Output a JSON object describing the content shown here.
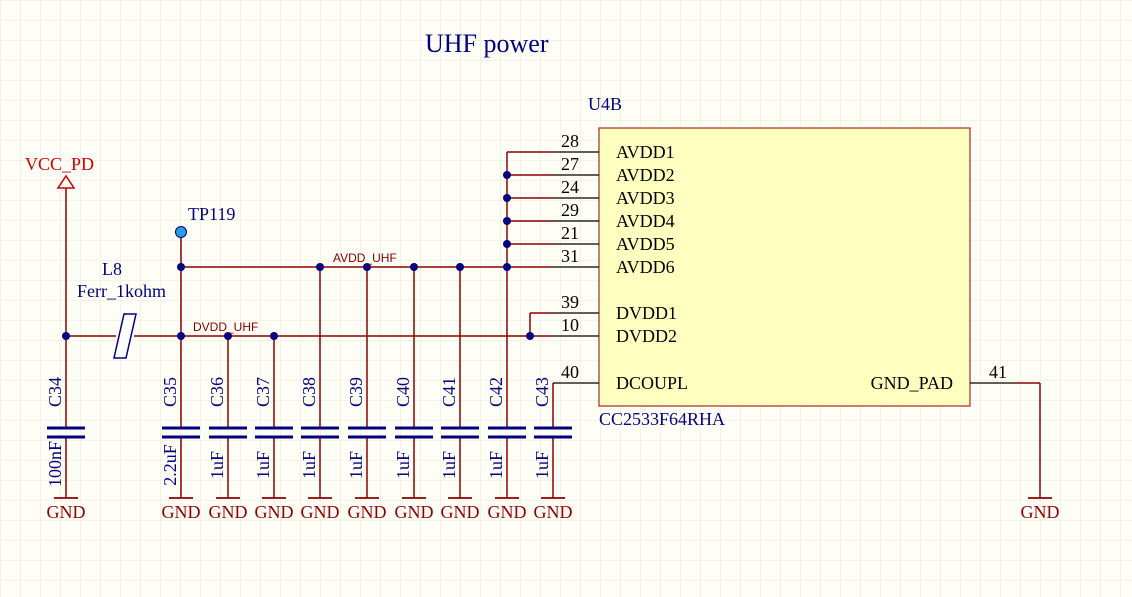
{
  "title": "UHF power",
  "colors": {
    "background": "#fffef6",
    "grid": "#ebe7d4",
    "wire": "#8b0000",
    "pin": "#000000",
    "junction": "#000080",
    "label": "#000080",
    "net_label": "#800000",
    "power": "#cc0000",
    "chip_fill": "#ffffc0",
    "chip_border": "#a52a2a",
    "testpoint": "#2a9de0"
  },
  "chip": {
    "designator": "U4B",
    "part": "CC2533F64RHA",
    "left_pins": [
      {
        "num": "28",
        "name": "AVDD1"
      },
      {
        "num": "27",
        "name": "AVDD2"
      },
      {
        "num": "24",
        "name": "AVDD3"
      },
      {
        "num": "29",
        "name": "AVDD4"
      },
      {
        "num": "21",
        "name": "AVDD5"
      },
      {
        "num": "31",
        "name": "AVDD6"
      },
      {
        "num": "39",
        "name": "DVDD1"
      },
      {
        "num": "10",
        "name": "DVDD2"
      },
      {
        "num": "40",
        "name": "DCOUPL"
      }
    ],
    "right_pins": [
      {
        "num": "41",
        "name": "GND_PAD"
      }
    ]
  },
  "power_port": "VCC_PD",
  "gnd_label": "GND",
  "testpoint": "TP119",
  "inductor": {
    "ref": "L8",
    "value": "Ferr_1kohm"
  },
  "nets": {
    "avdd": "AVDD_UHF",
    "dvdd": "DVDD_UHF"
  },
  "capacitors": [
    {
      "ref": "C34",
      "value": "100nF"
    },
    {
      "ref": "C35",
      "value": "2.2uF"
    },
    {
      "ref": "C36",
      "value": "1uF"
    },
    {
      "ref": "C37",
      "value": "1uF"
    },
    {
      "ref": "C38",
      "value": "1uF"
    },
    {
      "ref": "C39",
      "value": "1uF"
    },
    {
      "ref": "C40",
      "value": "1uF"
    },
    {
      "ref": "C41",
      "value": "1uF"
    },
    {
      "ref": "C42",
      "value": "1uF"
    },
    {
      "ref": "C43",
      "value": "1uF"
    }
  ]
}
